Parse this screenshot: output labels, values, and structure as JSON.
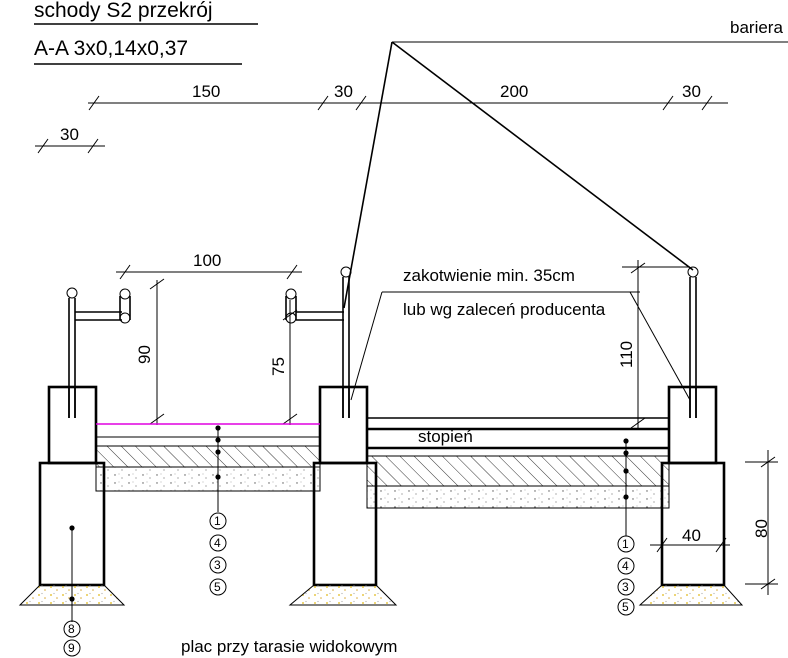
{
  "title": {
    "line1": "schody S2  przekrój",
    "line2": "A-A   3x0,14x0,37"
  },
  "labels": {
    "barrier": "bariera",
    "anchor_line1": "zakotwienie min. 35cm",
    "anchor_line2": "lub wg zaleceń producenta",
    "step": "stopień",
    "bottom": "plac przy tarasie widokowym"
  },
  "dimensions": {
    "d150": "150",
    "d30a": "30",
    "d200": "200",
    "d30b": "30",
    "d30c": "30",
    "d100": "100",
    "d90": "90",
    "d75": "75",
    "d110": "110",
    "d80": "80",
    "d40": "40"
  },
  "markers": {
    "center": [
      "1",
      "4",
      "3",
      "5"
    ],
    "right": [
      "1",
      "4",
      "3",
      "5"
    ],
    "left": [
      "8",
      "9"
    ]
  },
  "colors": {
    "line": "#000000",
    "accent_magenta": "#e000e0",
    "aggregate": "#e8c84a"
  }
}
